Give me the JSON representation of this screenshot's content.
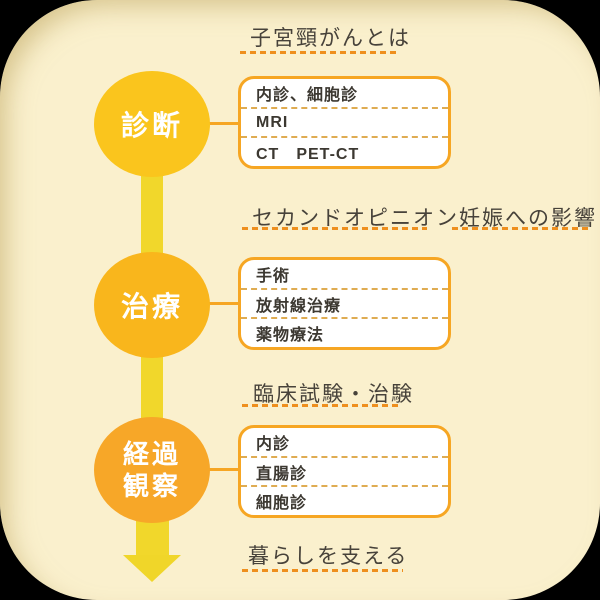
{
  "title": {
    "text": "子宮頸がんとは"
  },
  "flow": {
    "steps": [
      {
        "label": "診断",
        "circle_color": "#FAC51D",
        "items": [
          "内診、細胞診",
          "MRI",
          "CT　PET-CT"
        ]
      },
      {
        "label": "治療",
        "circle_color": "#F9B61C",
        "items": [
          "手術",
          "放射線治療",
          "薬物療法"
        ]
      },
      {
        "label": "経過観察",
        "label_line1": "経過",
        "label_line2": "観察",
        "circle_color": "#F7A728",
        "items": [
          "内診",
          "直腸診",
          "細胞診"
        ]
      }
    ]
  },
  "side_labels": {
    "second_opinion": "セカンドオピニオン",
    "pregnancy_effect": "妊娠への影響",
    "clinical_trials": "臨床試験・治験",
    "daily_life": "暮らしを支える"
  },
  "colors": {
    "page_bg": "#000000",
    "card_bg": "#FAF0CD",
    "arrow_yellow": "#F1D72B",
    "box_border_orange": "#F6A623",
    "underline_orange": "#EE8F1E",
    "separator_gold": "#DFAC52",
    "text_dark": "#47423A",
    "circle_text": "#FFFFFF"
  }
}
